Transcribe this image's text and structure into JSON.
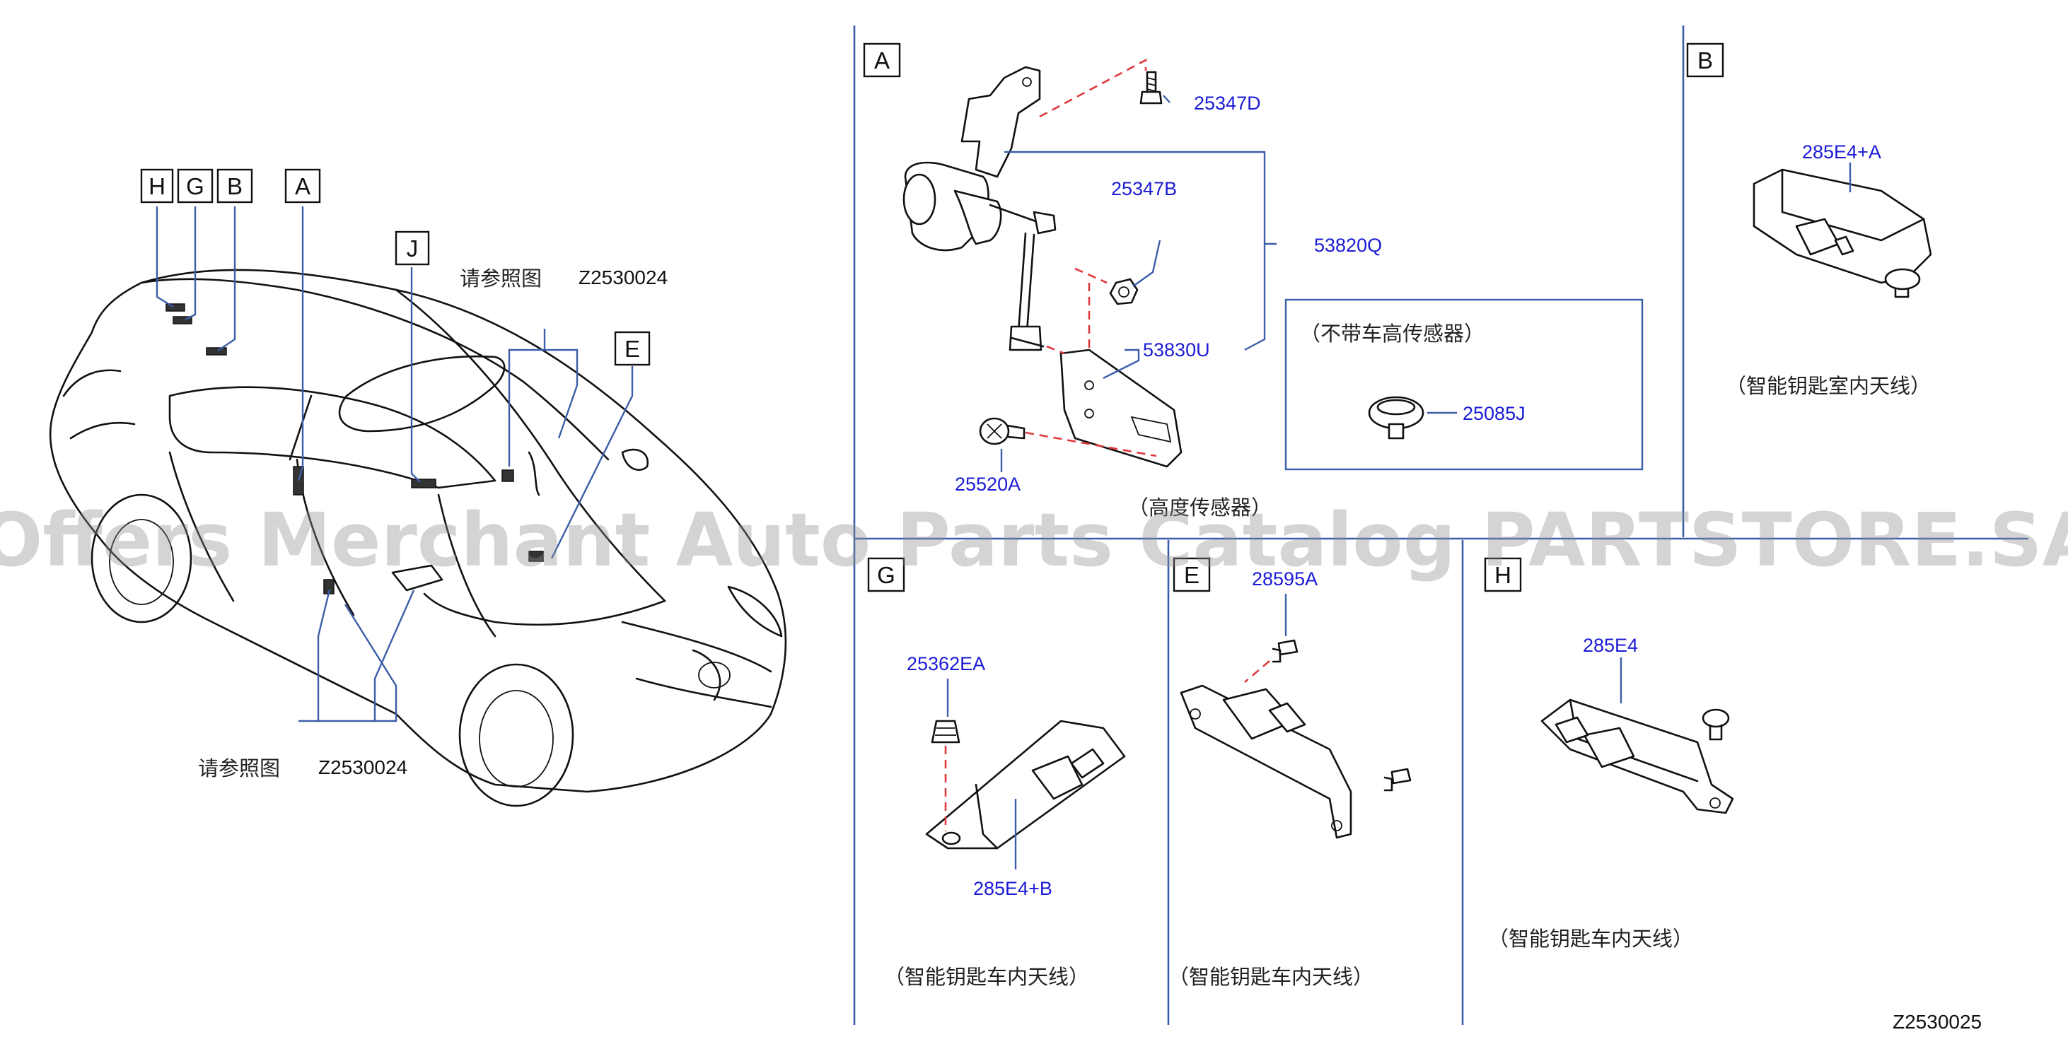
{
  "diagram": {
    "overview": {
      "callouts": [
        "H",
        "G",
        "B",
        "A",
        "J",
        "E"
      ],
      "see_ref_label_top": "请参照图",
      "see_ref_code_top": "Z2530024",
      "see_ref_label_bottom": "请参照图",
      "see_ref_code_bottom": "Z2530024"
    },
    "panel_a": {
      "letter": "A",
      "parts": [
        "25347D",
        "25347B",
        "53820Q",
        "53830U",
        "25520A"
      ],
      "caption": "（高度传感器）",
      "inset_caption": "（不带车高传感器）",
      "inset_part": "25085J"
    },
    "panel_b": {
      "letter": "B",
      "part": "285E4+A",
      "caption": "（智能钥匙室内天线）"
    },
    "panel_g": {
      "letter": "G",
      "parts": [
        "25362EA",
        "285E4+B"
      ],
      "caption": "（智能钥匙车内天线）"
    },
    "panel_e": {
      "letter": "E",
      "part": "28595A",
      "caption": "（智能钥匙车内天线）"
    },
    "panel_h": {
      "letter": "H",
      "part": "285E4",
      "caption": "（智能钥匙车内天线）"
    },
    "drawing_code": "Z2530025",
    "watermark": "Offers Merchant Auto Parts Catalog PARTSTORE.SA"
  }
}
